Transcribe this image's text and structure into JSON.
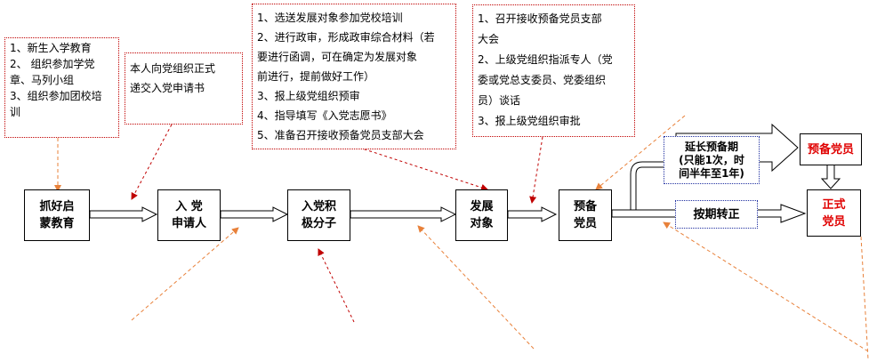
{
  "steps": {
    "s1": "抓好启\n蒙教育",
    "s2": "入    党\n申请人",
    "s3": "入党积\n极分子",
    "s4": "发展\n对象",
    "s5": "预备\n党员",
    "s6": "预备党员",
    "s7": "正式\n党员"
  },
  "notes": {
    "n1": [
      "1、新生入学教育",
      "2、 组织参加学党",
      "章、马列小组",
      "3、组织参加团校培",
      "训"
    ],
    "n2": [
      "本人向党组织正式",
      "递交入党申请书"
    ],
    "n3": [
      "1、选送发展对象参加党校培训",
      "2、进行政审，形成政审综合材料（若",
      "要进行函调，可在确定为发展对象",
      "前进行，提前做好工作）",
      "3、报上级党组织预审",
      "4、指导填写《入党志愿书》",
      "5、准备召开接收预备党员支部大会"
    ],
    "n4": [
      "1、召开接收预备党员支部",
      "大会",
      "2、上级党组织指派专人（党",
      "委或党总支委员、党委组织",
      "员）谈话",
      "3、报上级党组织审批"
    ]
  },
  "labels": {
    "extend": "延长预备期\n(只能1次，时\n间半年至1年)",
    "ontime": "按期转正"
  },
  "colors": {
    "note_border": "#c00000",
    "arrow_orange": "#e8813a",
    "label_blue": "#1f2fa0",
    "red_text": "#e00000"
  }
}
